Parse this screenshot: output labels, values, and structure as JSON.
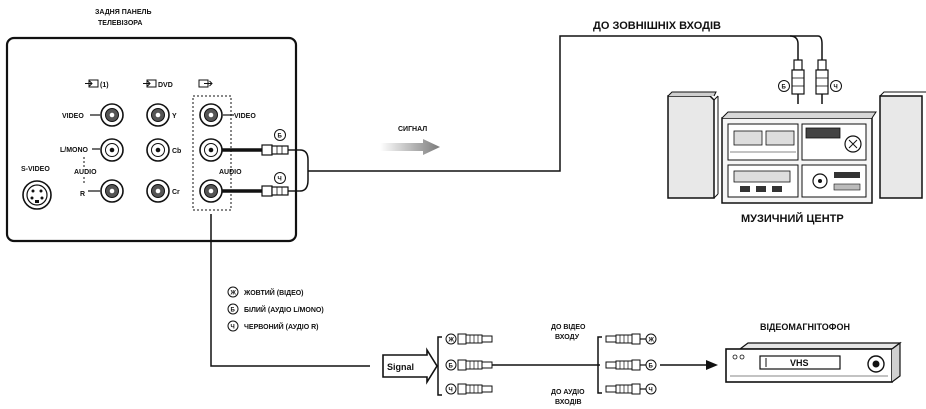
{
  "tv_panel": {
    "title_line1": "ЗАДНЯ ПАНЕЛЬ",
    "title_line2": "ТЕЛЕВІЗОРА",
    "input1_label": "(1)",
    "dvd_label": "DVD",
    "video_left": "VIDEO",
    "video_right": "VIDEO",
    "lmono": "L/MONO",
    "audio_left": "AUDIO",
    "audio_right": "AUDIO",
    "r_label": "R",
    "y_label": "Y",
    "cb_label": "Cb",
    "cr_label": "Cr",
    "svideo": "S-VIDEO",
    "plug_white": "Б",
    "plug_red": "Ч"
  },
  "signal_top": "СИГНАЛ",
  "music_center": {
    "to_external": "ДО ЗОВНІШНІХ ВХОДІВ",
    "plug_white": "Б",
    "plug_red": "Ч",
    "label": "МУЗИЧНИЙ ЦЕНТР"
  },
  "legend": {
    "items": [
      {
        "letter": "Ж",
        "text": "ЖОВТИЙ (ВІДЕО)"
      },
      {
        "letter": "Б",
        "text": "БІЛИЙ (АУДІО L/MONO)"
      },
      {
        "letter": "Ч",
        "text": "ЧЕРВОНИЙ (АУДІО R)"
      }
    ]
  },
  "vcr_section": {
    "signal_box": "Signal",
    "plugs_left": [
      "Ж",
      "Б",
      "Ч"
    ],
    "plugs_right": [
      "Ж",
      "Б",
      "Ч"
    ],
    "to_video_line1": "ДО ВІДЕО",
    "to_video_line2": "ВХОДУ",
    "to_audio_line1": "ДО АУДІО",
    "to_audio_line2": "ВХОДІВ",
    "vcr_label": "ВІДЕОМАГНІТОФОН",
    "vhs": "VHS"
  },
  "colors": {
    "line": "#111111",
    "panel_fill": "#ffffff",
    "jack_dark": "#555555",
    "arrow_gray": "#8a8a8a",
    "speaker_fill": "#e8e8e8"
  }
}
